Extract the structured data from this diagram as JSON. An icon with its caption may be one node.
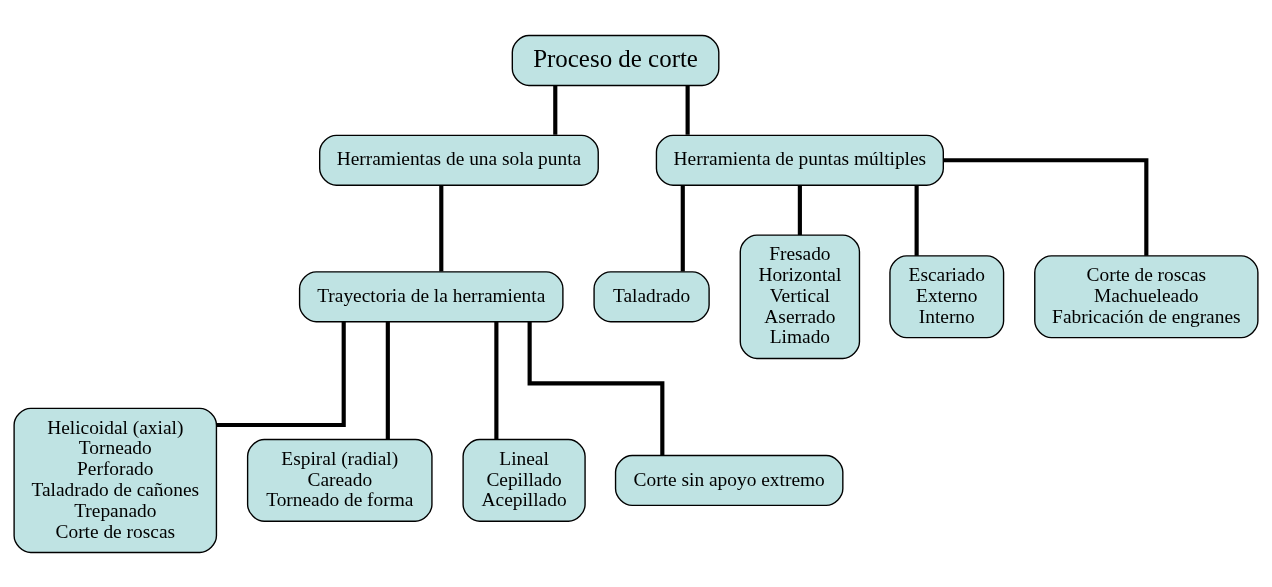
{
  "diagram": {
    "nodes": [
      {
        "text": [
          "Proceso de corte"
        ]
      },
      {
        "text": [
          "Herramientas de una sola punta"
        ]
      },
      {
        "text": [
          "Herramienta de puntas múltiples"
        ]
      },
      {
        "text": [
          "Trayectoria de la herramienta"
        ]
      },
      {
        "text": [
          "Helicoidal (axial)",
          "Torneado",
          "Perforado",
          "Taladrado de cañones",
          "Trepanado",
          "Corte de roscas"
        ]
      },
      {
        "text": [
          "Espiral (radial)",
          "Careado",
          "Torneado de forma"
        ]
      },
      {
        "text": [
          "Lineal",
          "Cepillado",
          "Acepillado"
        ]
      },
      {
        "text": [
          "Corte sin apoyo extremo"
        ]
      },
      {
        "text": [
          "Taladrado"
        ]
      },
      {
        "text": [
          "Fresado",
          "Horizontal",
          "Vertical",
          "Aserrado",
          "Limado"
        ]
      },
      {
        "text": [
          "Escariado",
          "Externo",
          "Interno"
        ]
      },
      {
        "text": [
          "Corte de roscas",
          "Machueleado",
          "Fabricación de engranes"
        ]
      }
    ],
    "edges": [
      {
        "from": 0,
        "to": 1,
        "arrow": "none"
      },
      {
        "from": 0,
        "to": 2,
        "arrow": "none"
      },
      {
        "from": 1,
        "to": 3,
        "arrow": "none"
      },
      {
        "from": 3,
        "to": 4,
        "arrow": "none"
      },
      {
        "from": 3,
        "to": 5,
        "arrow": "none"
      },
      {
        "from": 3,
        "to": 6,
        "arrow": "none"
      },
      {
        "from": 3,
        "to": 7,
        "arrow": "none"
      },
      {
        "from": 2,
        "to": 8,
        "arrow": "none"
      },
      {
        "from": 2,
        "to": 9,
        "arrow": "none"
      },
      {
        "from": 2,
        "to": 10,
        "arrow": "none"
      },
      {
        "from": 2,
        "to": 11,
        "arrow": "none"
      }
    ]
  }
}
